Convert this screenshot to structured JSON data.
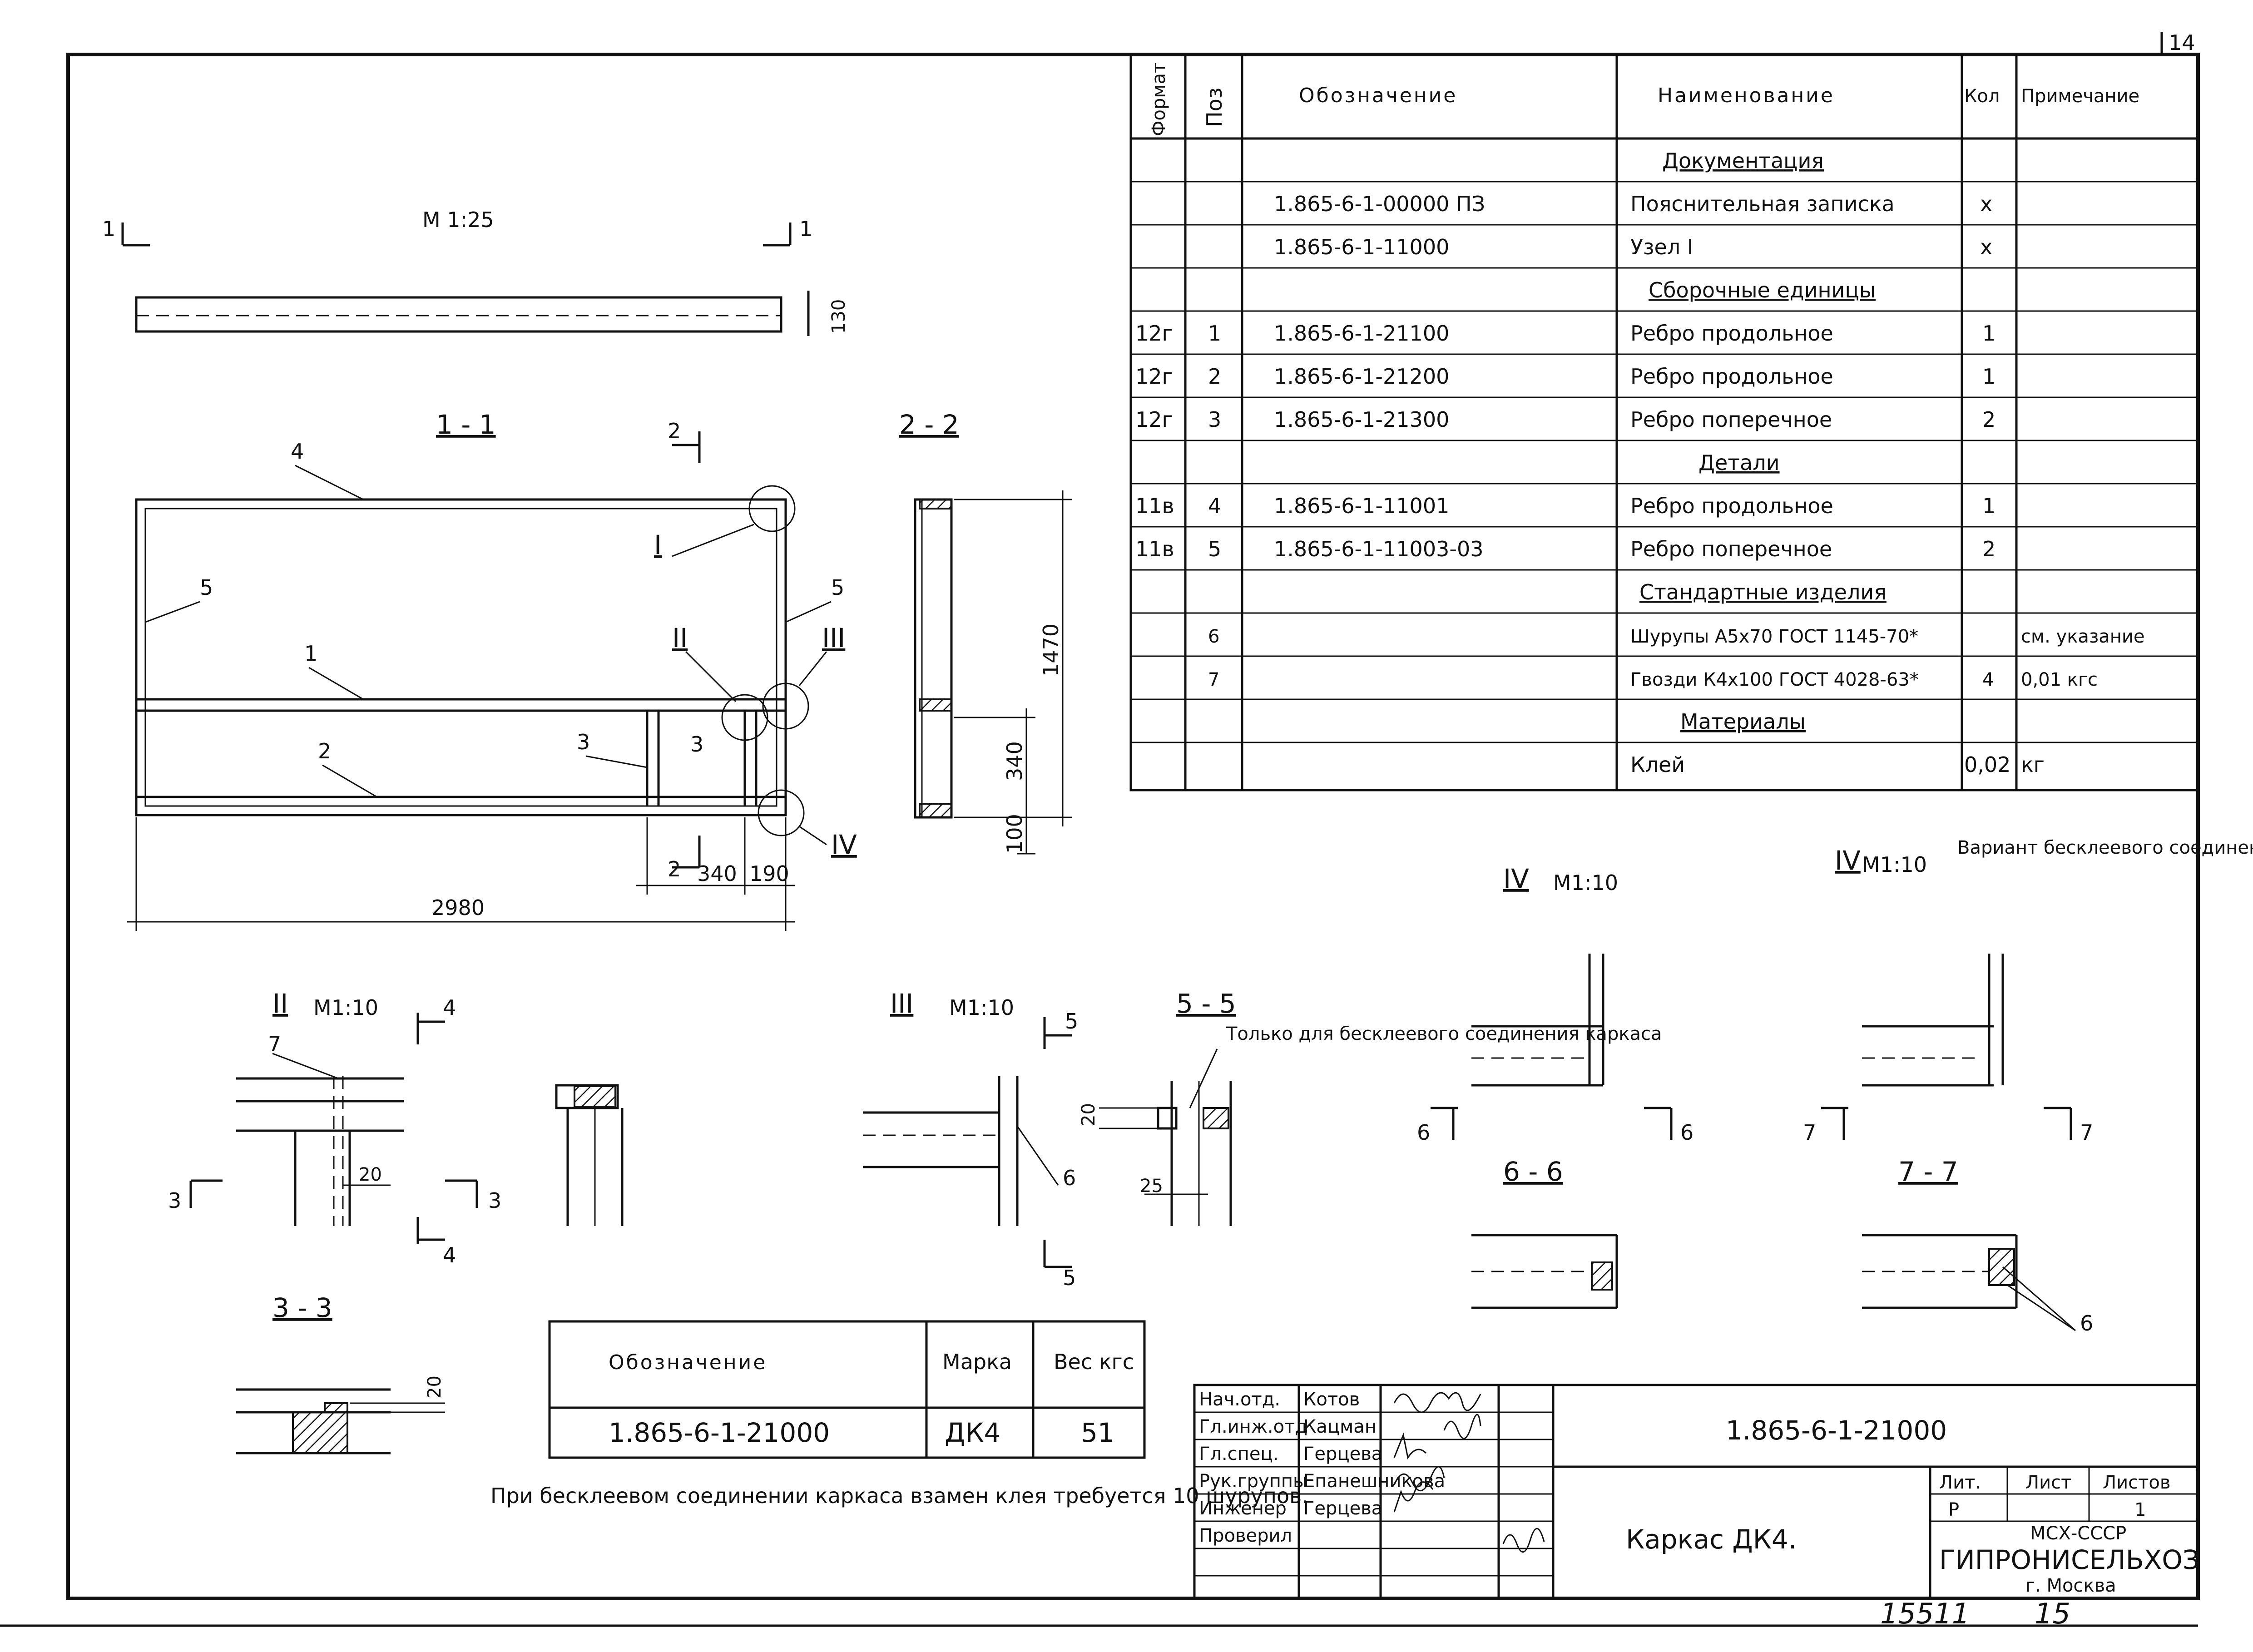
{
  "corner": {
    "sheet_mark": "14"
  },
  "spec_table": {
    "headers": {
      "format": "Формат",
      "pos": "Поз",
      "designation": "Обозначение",
      "name": "Наименование",
      "qty": "Кол",
      "note": "Примечание"
    },
    "rows": [
      {
        "format": "",
        "pos": "",
        "designation": "",
        "name": "Документация",
        "qty": "",
        "note": "",
        "section": true
      },
      {
        "format": "",
        "pos": "",
        "designation": "1.865-6-1-00000 ПЗ",
        "name": "Пояснительная записка",
        "qty": "x",
        "note": ""
      },
      {
        "format": "",
        "pos": "",
        "designation": "1.865-6-1-11000",
        "name": "Узел I",
        "qty": "x",
        "note": ""
      },
      {
        "format": "",
        "pos": "",
        "designation": "",
        "name": "Сборочные единицы",
        "qty": "",
        "note": "",
        "section": true
      },
      {
        "format": "12г",
        "pos": "1",
        "designation": "1.865-6-1-21100",
        "name": "Ребро продольное",
        "qty": "1",
        "note": ""
      },
      {
        "format": "12г",
        "pos": "2",
        "designation": "1.865-6-1-21200",
        "name": "Ребро продольное",
        "qty": "1",
        "note": ""
      },
      {
        "format": "12г",
        "pos": "3",
        "designation": "1.865-6-1-21300",
        "name": "Ребро поперечное",
        "qty": "2",
        "note": ""
      },
      {
        "format": "",
        "pos": "",
        "designation": "",
        "name": "Детали",
        "qty": "",
        "note": "",
        "section": true
      },
      {
        "format": "11в",
        "pos": "4",
        "designation": "1.865-6-1-11001",
        "name": "Ребро продольное",
        "qty": "1",
        "note": ""
      },
      {
        "format": "11в",
        "pos": "5",
        "designation": "1.865-6-1-11003-03",
        "name": "Ребро поперечное",
        "qty": "2",
        "note": ""
      },
      {
        "format": "",
        "pos": "",
        "designation": "",
        "name": "Стандартные изделия",
        "qty": "",
        "note": "",
        "section": true
      },
      {
        "format": "",
        "pos": "6",
        "designation": "",
        "name": "Шурупы А5х70 ГОСТ 1145-70*",
        "qty": "",
        "note": "см. указание"
      },
      {
        "format": "",
        "pos": "7",
        "designation": "",
        "name": "Гвозди К4х100 ГОСТ 4028-63*",
        "qty": "4",
        "note": "0,01 кгс"
      },
      {
        "format": "",
        "pos": "",
        "designation": "",
        "name": "Материалы",
        "qty": "",
        "note": "",
        "section": true
      },
      {
        "format": "",
        "pos": "",
        "designation": "",
        "name": "Клей",
        "qty": "0,02",
        "note": "кг"
      }
    ]
  },
  "views": {
    "plan": {
      "scale": "М 1:25",
      "cut_left": "1",
      "cut_right": "1",
      "dim_height": "130"
    },
    "section_1_1": {
      "title": "1 - 1",
      "dim_total": "2980",
      "dim_a": "340",
      "dim_b": "190",
      "cut_2": "2",
      "callouts": [
        "4",
        "5",
        "1",
        "2",
        "3",
        "3",
        "5"
      ],
      "nodes": [
        "I",
        "II",
        "III",
        "IV"
      ]
    },
    "section_2_2": {
      "title": "2 - 2",
      "dim_1470": "1470",
      "dim_340": "340",
      "dim_100": "100"
    },
    "node_II": {
      "title": "II",
      "scale": "М1:10",
      "cut_4": "4",
      "cut_3": "3",
      "callout": "7",
      "dim": "20"
    },
    "node_III": {
      "title": "III",
      "scale": "М1:10",
      "cut_5": "5",
      "callout": "6"
    },
    "section_5_5": {
      "title": "5 - 5",
      "note": "Только для бесклеевого соединения каркаса",
      "dim_20": "20",
      "dim_25": "25"
    },
    "section_3_3": {
      "title": "3 - 3",
      "dim": "20"
    },
    "node_IV": {
      "title": "IV",
      "scale": "М1:10",
      "cut_6": "6"
    },
    "node_IV_variant": {
      "title": "IV",
      "scale": "М1:10",
      "label": "Вариант бесклеевого соединения",
      "cut_7": "7"
    },
    "section_6_6": {
      "title": "6 - 6"
    },
    "section_7_7": {
      "title": "7 - 7",
      "callout": "6"
    }
  },
  "mark_table": {
    "headers": {
      "designation": "Обозначение",
      "mark": "Марка",
      "weight": "Вес кгс"
    },
    "row": {
      "designation": "1.865-6-1-21000",
      "mark": "ДК4",
      "weight": "51"
    }
  },
  "note": "При бесклеевом соединении каркаса взамен клея требуется 10 шурупов.",
  "title_block": {
    "roles": [
      {
        "role": "Нач.отд.",
        "name": "Котов"
      },
      {
        "role": "Гл.инж.отд",
        "name": "Кацман"
      },
      {
        "role": "Гл.спец.",
        "name": "Герцева"
      },
      {
        "role": "Рук.группы",
        "name": "Епанешникова"
      },
      {
        "role": "Инженер",
        "name": "Герцева"
      },
      {
        "role": "Проверил",
        "name": ""
      }
    ],
    "code": "1.865-6-1-21000",
    "title": "Каркас ДК4.",
    "lit_label": "Лит.",
    "sheet_label": "Лист",
    "sheets_label": "Листов",
    "lit": "Р",
    "sheet": "",
    "sheets": "1",
    "org_1": "МСХ-СССР",
    "org_2": "ГИПРОНИСЕЛЬХОЗ",
    "org_3": "г. Москва"
  },
  "footer": {
    "number": "15511",
    "page": "15"
  }
}
